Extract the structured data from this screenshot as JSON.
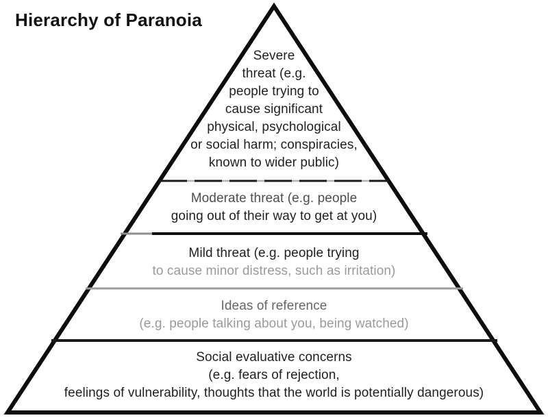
{
  "title": "Hierarchy of Paranoia",
  "pyramid": {
    "type": "pyramid-diagram",
    "level_count": 5,
    "levels": [
      {
        "id": "severe-threat",
        "label": "Severe threat",
        "lines": [
          {
            "text": "Severe"
          },
          {
            "text": "threat (e.g."
          },
          {
            "text": "people trying to"
          },
          {
            "text": "cause significant"
          },
          {
            "text": "physical, psychological"
          },
          {
            "text": "or social harm; conspiracies,"
          },
          {
            "text": "known to wider public)"
          }
        ]
      },
      {
        "id": "moderate-threat",
        "label": "Moderate threat",
        "lines": [
          {
            "text": "Moderate threat (e.g. people"
          },
          {
            "text": "going out of their way to get at you)"
          }
        ]
      },
      {
        "id": "mild-threat",
        "label": "Mild threat",
        "lines": [
          {
            "text": "Mild threat (e.g. people trying"
          },
          {
            "text": "to cause minor distress, such as irritation)"
          }
        ]
      },
      {
        "id": "ideas-of-reference",
        "label": "Ideas of reference",
        "lines": [
          {
            "text": "Ideas of reference"
          },
          {
            "text": "(e.g. people talking about you, being watched)"
          }
        ]
      },
      {
        "id": "social-evaluative-concerns",
        "label": "Social evaluative concerns",
        "lines": [
          {
            "text": "Social evaluative concerns"
          },
          {
            "text": "(e.g. fears of rejection,"
          },
          {
            "text": "feelings of vulnerability, thoughts that the world is potentially dangerous)"
          }
        ]
      }
    ]
  },
  "colors": {
    "background": "#ffffff",
    "outline": "#0d0d0d",
    "text_dark": "#1f1f1f",
    "text_medium": "#4d4d4d",
    "text_medium_2": "#666666",
    "text_faded": "#9a9a9a",
    "divider_dark": "#1a1a1a",
    "divider_gray": "#9c9c9c",
    "divider_underlay_gray": "#b3b3b3"
  }
}
